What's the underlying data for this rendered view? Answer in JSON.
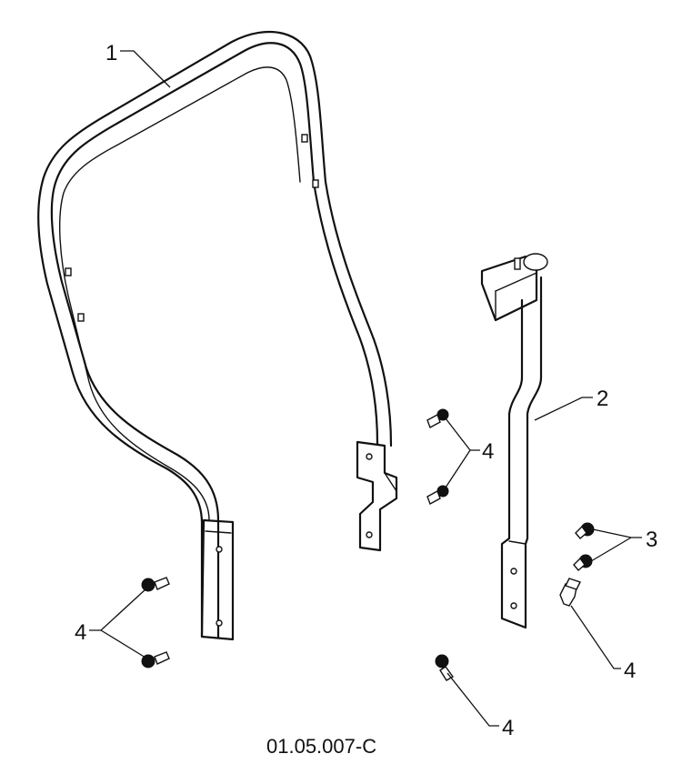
{
  "callouts": {
    "part_1": "1",
    "part_2": "2",
    "part_3": "3",
    "part_4_left": "4",
    "part_4_upper": "4",
    "part_4_right": "4",
    "part_4_bottom": "4"
  },
  "drawing_number": "01.05.007-C"
}
